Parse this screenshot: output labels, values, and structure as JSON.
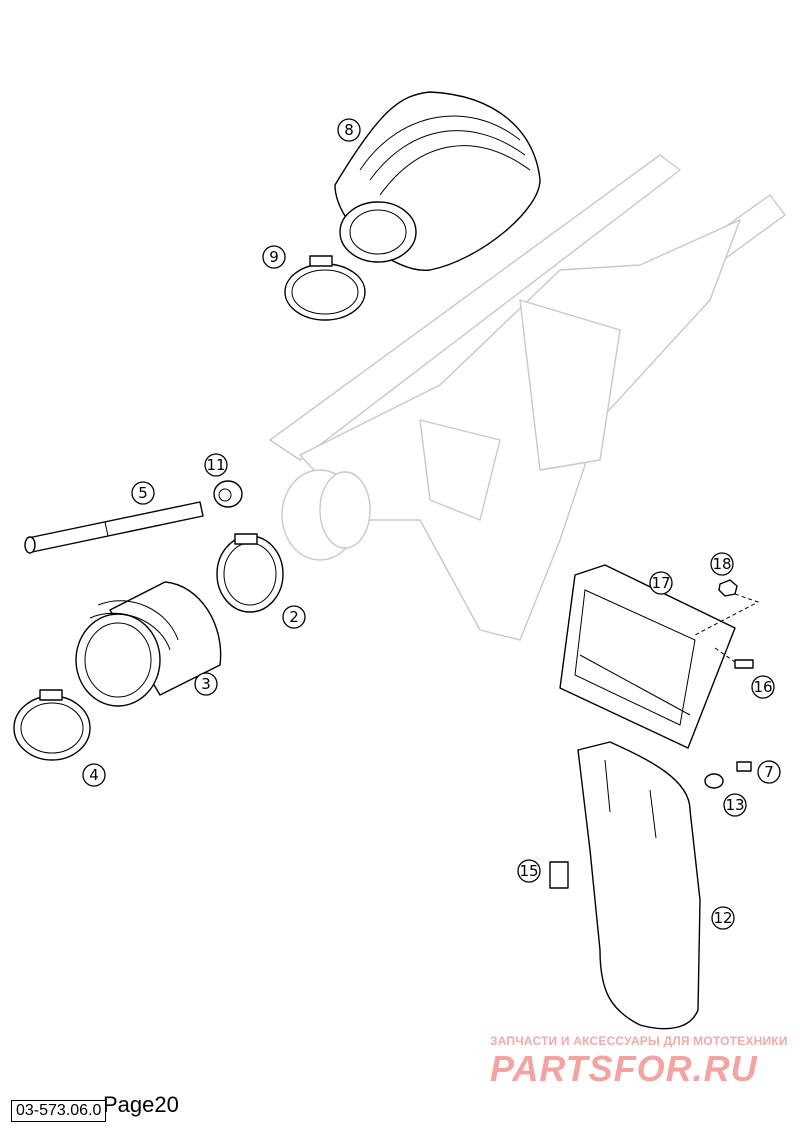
{
  "callouts": [
    "2",
    "3",
    "4",
    "5",
    "7",
    "8",
    "9",
    "11",
    "12",
    "13",
    "15",
    "16",
    "17",
    "18"
  ],
  "page_label": "Page20",
  "document_code": "03-573.06.0",
  "watermark": {
    "tagline": "ЗАПЧАСТИ И АКСЕССУАРЫ ДЛЯ МОТОТЕХНИКИ",
    "logo_text": "PARTSFOR.RU"
  }
}
